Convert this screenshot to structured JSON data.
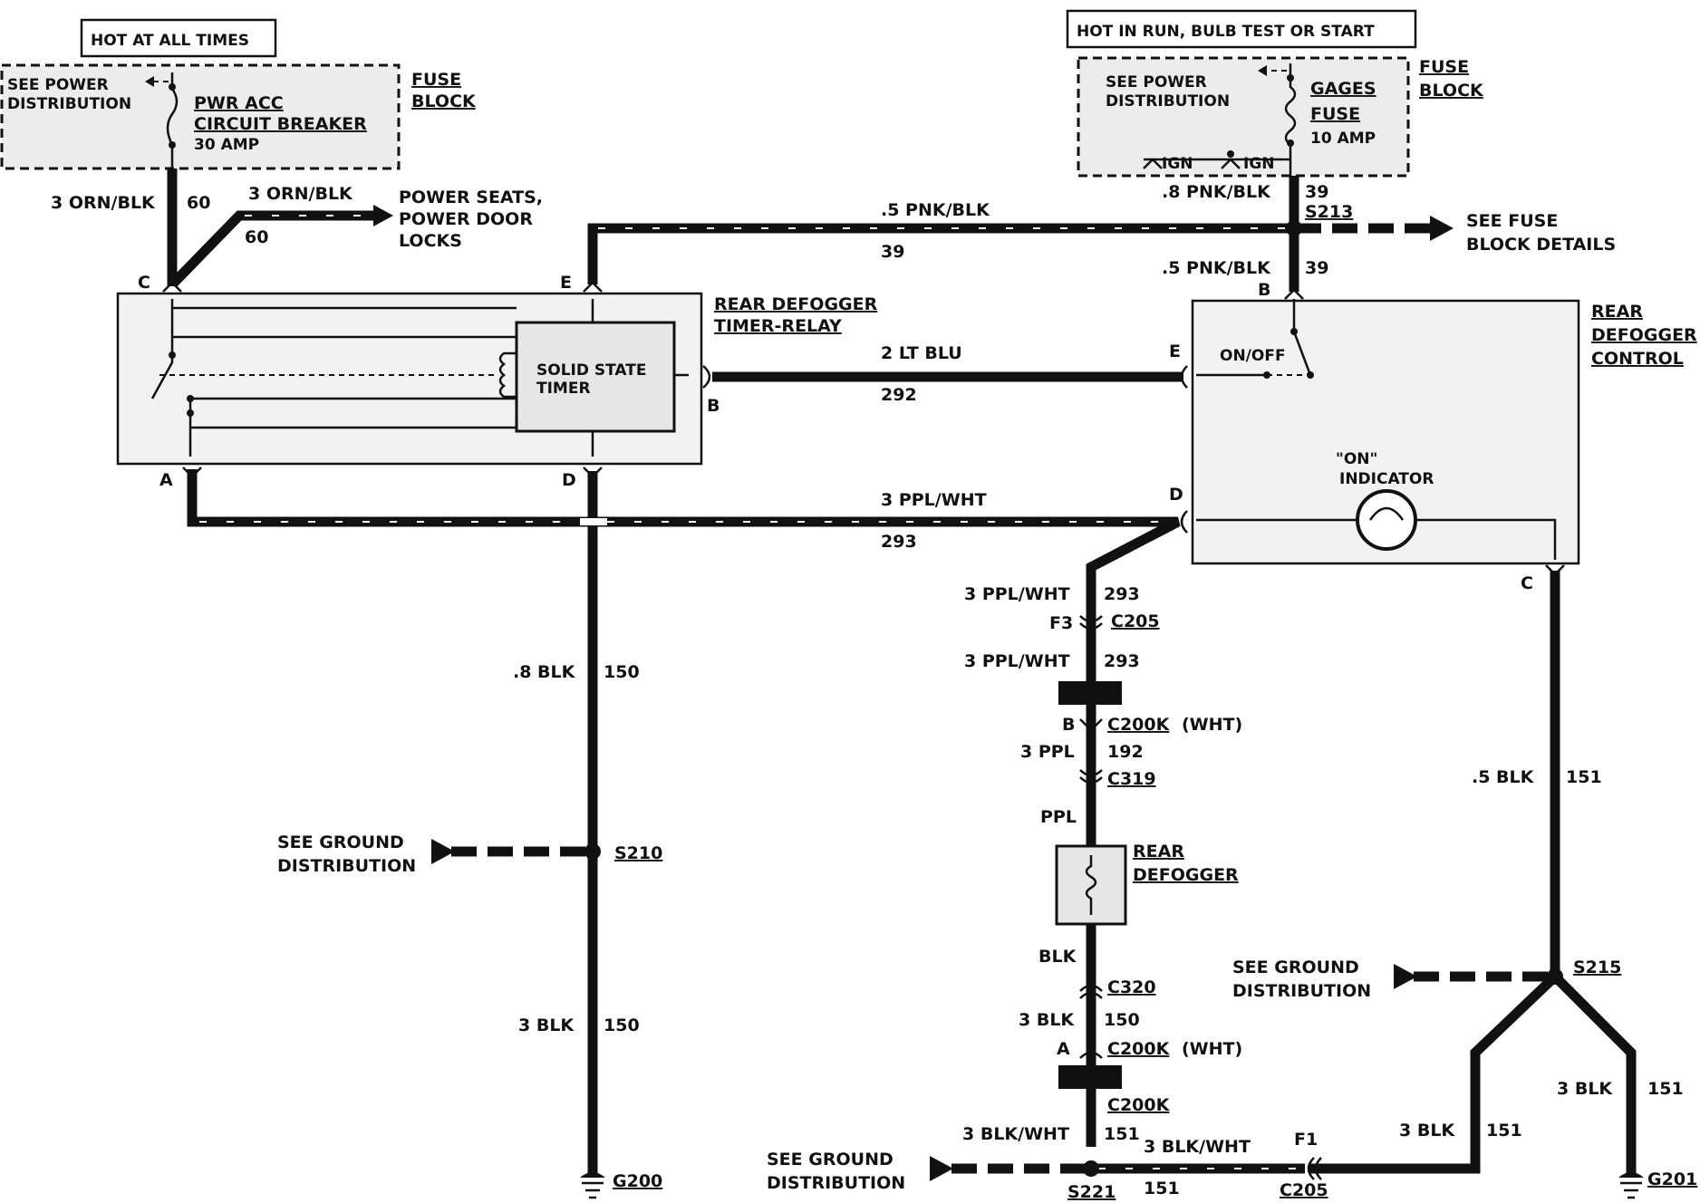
{
  "labels": {
    "hot_at_all_times": "HOT AT ALL TIMES",
    "hot_in_run": "HOT IN RUN, BULB TEST OR START",
    "see_power_1": "SEE POWER",
    "distribution_1": "DISTRIBUTION",
    "pwr_acc": "PWR ACC",
    "circuit_breaker": "CIRCUIT BREAKER",
    "amp30": "30 AMP",
    "fuse_block_1a": "FUSE",
    "fuse_block_1b": "BLOCK",
    "see_power_2": "SEE POWER",
    "distribution_2": "DISTRIBUTION",
    "gages": "GAGES",
    "fuse": "FUSE",
    "amp10": "10 AMP",
    "ign1": "IGN",
    "ign2": "IGN",
    "fuse_block_2a": "FUSE",
    "fuse_block_2b": "BLOCK",
    "w_orn_left": "3 ORN/BLK",
    "w_60_left": "60",
    "w_orn_right": "3 ORN/BLK",
    "w_60_right": "60",
    "power_seats_1": "POWER SEATS,",
    "power_seats_2": "POWER DOOR",
    "power_seats_3": "LOCKS",
    "w_pnk_top": ".5 PNK/BLK",
    "w_39_top": "39",
    "w_pnk_8": ".8 PNK/BLK",
    "w_39_a": "39",
    "s213": "S213",
    "see_fuse_1": "SEE FUSE",
    "see_fuse_2": "BLOCK DETAILS",
    "w_pnk_5": ".5 PNK/BLK",
    "w_39_b": "39",
    "pin_c_timer": "C",
    "pin_e_timer": "E",
    "pin_b_timer": "B",
    "pin_a_timer": "A",
    "pin_d_timer": "D",
    "timer_relay_1": "REAR DEFOGGER",
    "timer_relay_2": "TIMER-RELAY",
    "solid_state_1": "SOLID STATE",
    "solid_state_2": "TIMER",
    "w_ltblu": "2 LT BLU",
    "w_292": "292",
    "pin_e_ctrl": "E",
    "pin_b_ctrl": "B",
    "pin_d_ctrl": "D",
    "pin_c_ctrl": "C",
    "on_off": "ON/OFF",
    "control_1": "REAR",
    "control_2": "DEFOGGER",
    "control_3": "CONTROL",
    "on_ind_1": "\"ON\"",
    "on_ind_2": "INDICATOR",
    "w_ppl_top": "3 PPL/WHT",
    "w_293_top": "293",
    "w_ppl_a": "3 PPL/WHT",
    "w_293_a": "293",
    "f3": "F3",
    "c205_a": "C205",
    "w_ppl_b": "3 PPL/WHT",
    "w_293_b": "293",
    "pin_b_c200k": "B",
    "c200k_top": "C200K",
    "wht_a": "(WHT)",
    "w_3ppl": "3 PPL",
    "w_192": "192",
    "c319": "C319",
    "ppl": "PPL",
    "rear_defogger_1": "REAR",
    "rear_defogger_2": "DEFOGGER",
    "blk": "BLK",
    "c320": "C320",
    "w_3blk_mid": "3 BLK",
    "w_150_mid": "150",
    "pin_a_c200k": "A",
    "c200k_mid": "C200K",
    "wht_b": "(WHT)",
    "c200k_low": "C200K",
    "w_blkwht_a": "3 BLK/WHT",
    "w_151_a": "151",
    "w_blkwht_b": "3 BLK/WHT",
    "f1": "F1",
    "s221": "S221",
    "w_151_b": "151",
    "c205_b": "C205",
    "see_ground_1a": "SEE GROUND",
    "see_ground_1b": "DISTRIBUTION",
    "see_ground_2a": "SEE GROUND",
    "see_ground_2b": "DISTRIBUTION",
    "see_ground_3a": "SEE GROUND",
    "see_ground_3b": "DISTRIBUTION",
    "w_8blk": ".8 BLK",
    "w_150_a": "150",
    "s210": "S210",
    "w_3blk_left": "3 BLK",
    "w_150_left": "150",
    "g200": "G200",
    "w_5blk": ".5 BLK",
    "w_151_c": "151",
    "s215": "S215",
    "w_3blk_r1": "3 BLK",
    "w_151_r1": "151",
    "w_3blk_r2": "3 BLK",
    "w_151_r2": "151",
    "g201": "G201"
  }
}
